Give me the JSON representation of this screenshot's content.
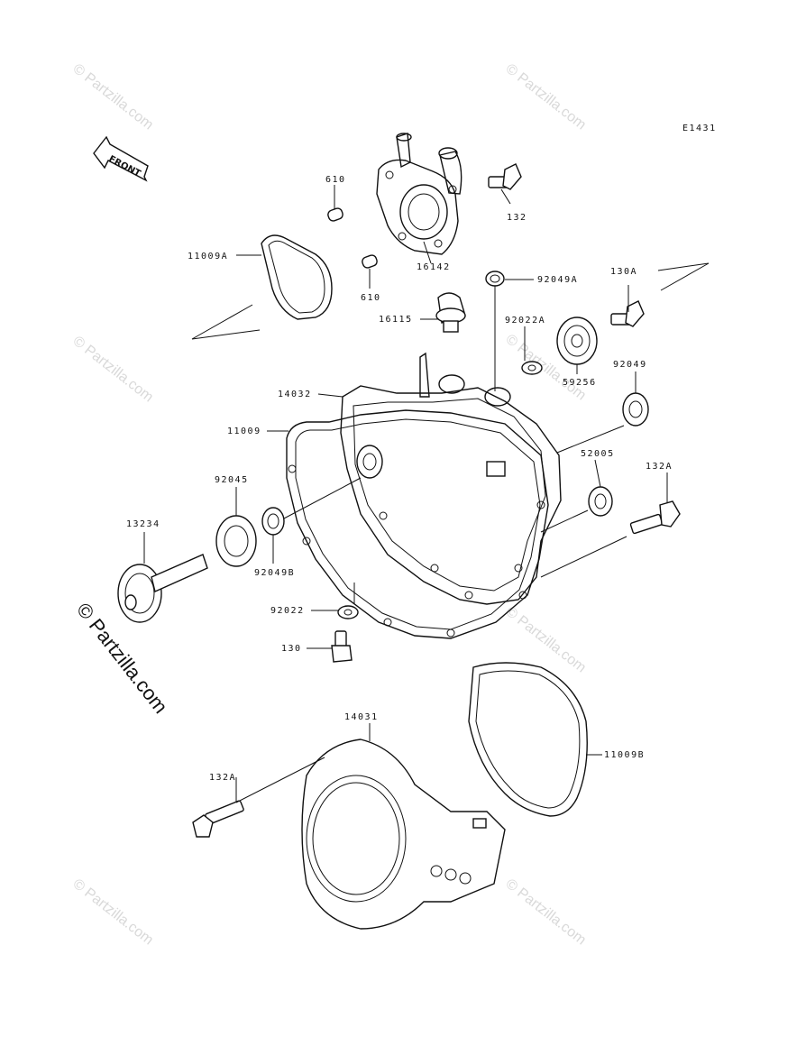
{
  "diagram_code": "E1431",
  "front_label": "FRONT",
  "watermark": "© Partzilla.com",
  "labels": {
    "p610a": "610",
    "p610b": "610",
    "p132": "132",
    "p16142": "16142",
    "p11009A": "11009A",
    "p92049A": "92049A",
    "p130A": "130A",
    "p16115": "16115",
    "p92022A": "92022A",
    "p59256": "59256",
    "p92049": "92049",
    "p14032": "14032",
    "p11009": "11009",
    "p52005": "52005",
    "p132A_top": "132A",
    "p92045": "92045",
    "p13234": "13234",
    "p92049B": "92049B",
    "p92022": "92022",
    "p130": "130",
    "p14031": "14031",
    "p11009B": "11009B",
    "p132A_bottom": "132A"
  }
}
